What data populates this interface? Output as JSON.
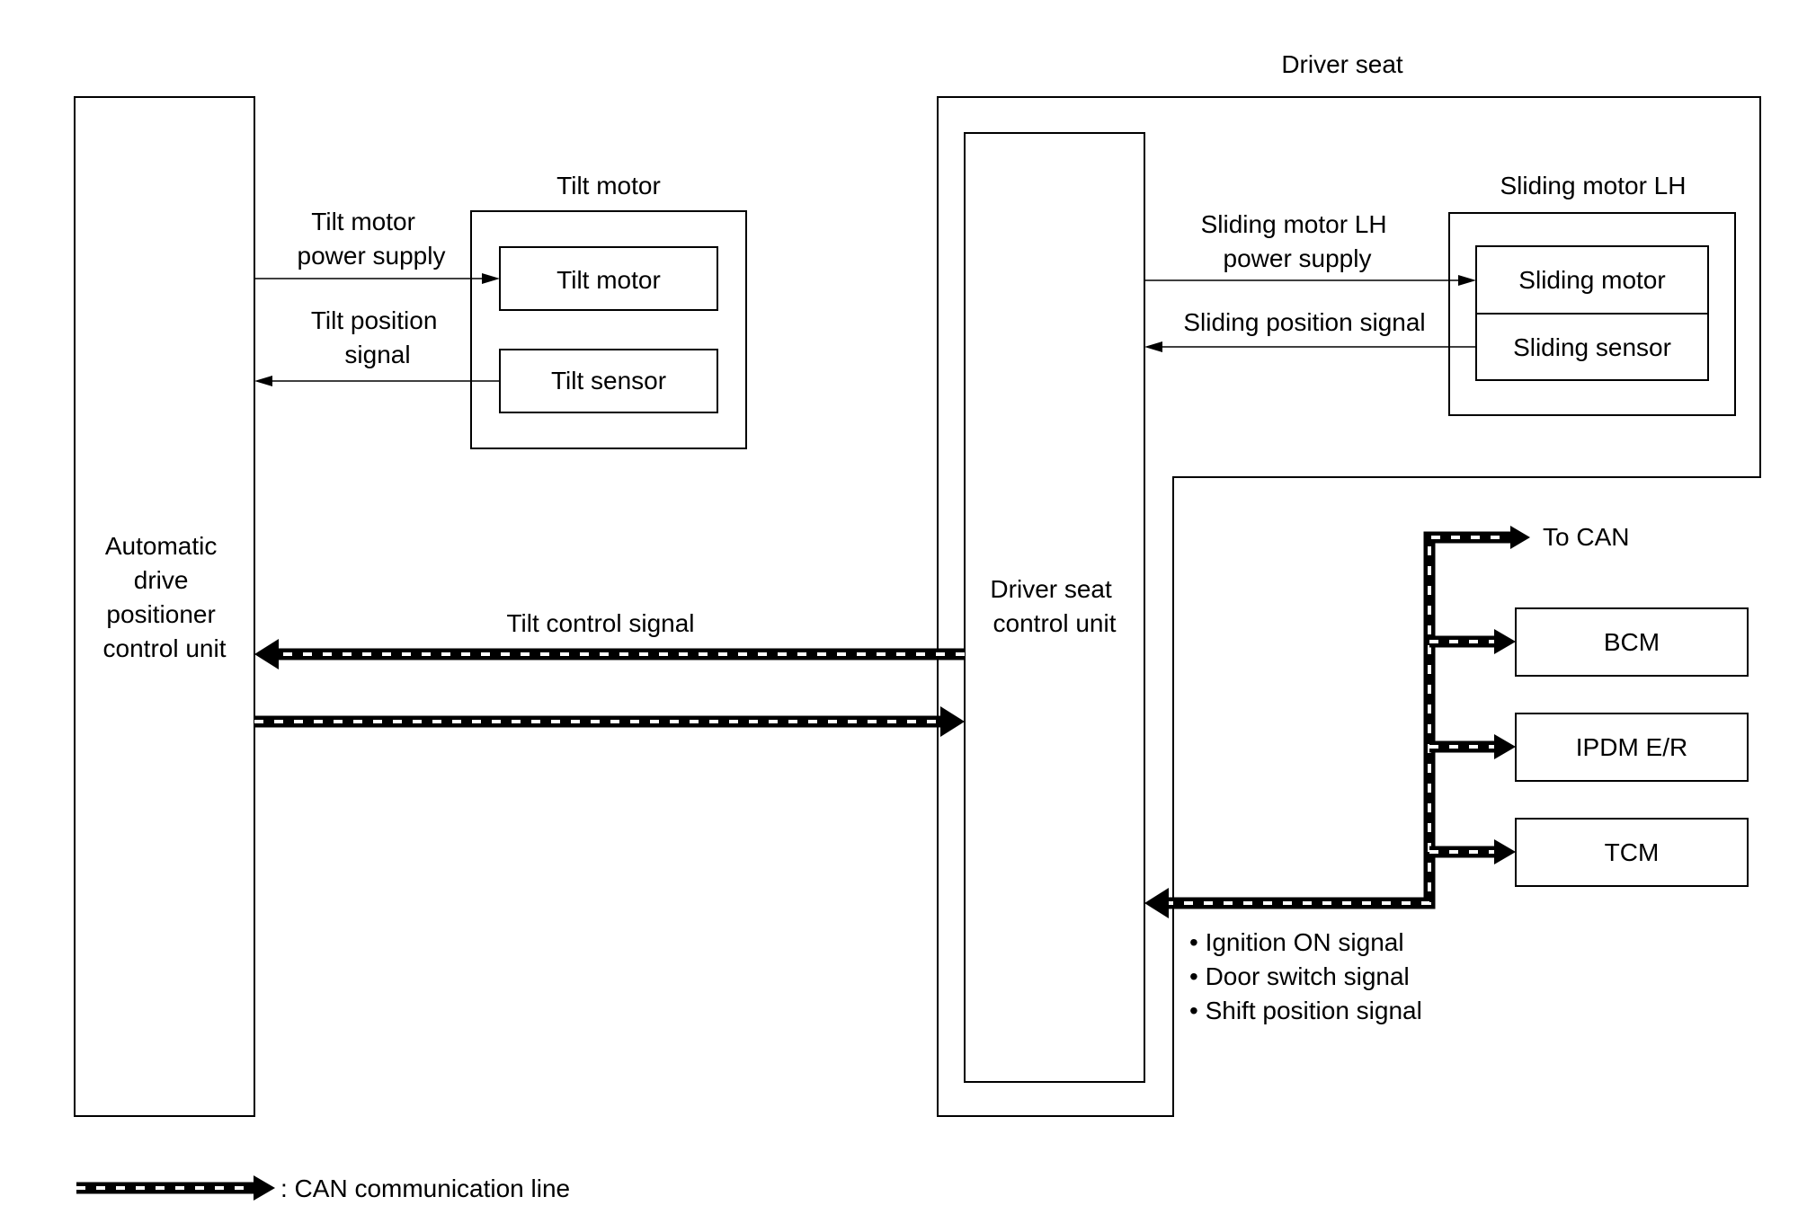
{
  "diagram": {
    "driver_seat_label": "Driver seat",
    "adp_unit": [
      "Automatic",
      "drive",
      "positioner",
      "control unit"
    ],
    "driver_seat_unit": [
      "Driver seat",
      "control unit"
    ],
    "tilt_motor_group_label": "Tilt motor",
    "tilt_motor_box": "Tilt motor",
    "tilt_sensor_box": "Tilt sensor",
    "tilt_power_label": [
      "Tilt motor",
      "power supply"
    ],
    "tilt_position_label": [
      "Tilt position",
      "signal"
    ],
    "sliding_group_label": "Sliding motor LH",
    "sliding_motor_box": "Sliding motor",
    "sliding_sensor_box": "Sliding sensor",
    "sliding_power_label": [
      "Sliding motor LH",
      "power supply"
    ],
    "sliding_position_label": "Sliding position signal",
    "tilt_control_label": "Tilt control signal",
    "to_can": "To CAN",
    "modules": [
      "BCM",
      "IPDM E/R",
      "TCM"
    ],
    "can_signals": [
      "• Ignition ON signal",
      "• Door switch signal",
      "• Shift position signal"
    ],
    "legend": ": CAN communication line"
  }
}
